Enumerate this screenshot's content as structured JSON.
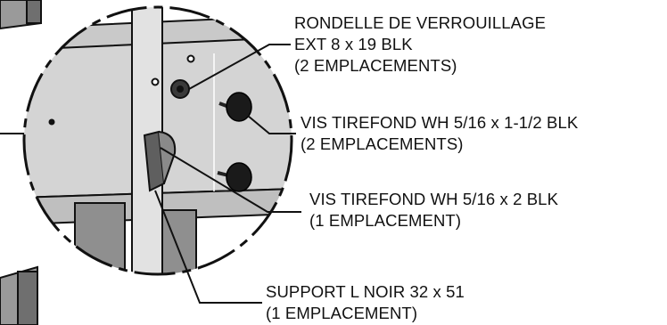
{
  "callouts": [
    {
      "lines": [
        "RONDELLE DE VERROUILLAGE",
        "EXT 8 x 19 BLK",
        "(2 EMPLACEMENTS)"
      ]
    },
    {
      "lines": [
        "VIS TIREFOND WH 5/16 x 1-1/2 BLK",
        "(2 EMPLACEMENTS)"
      ]
    },
    {
      "lines": [
        "VIS TIREFOND WH 5/16 x 2 BLK",
        "(1 EMPLACEMENT)"
      ]
    },
    {
      "lines": [
        "SUPPORT L NOIR 32 x 51",
        "(1 EMPLACEMENT)"
      ]
    }
  ],
  "colors": {
    "ink": "#111111",
    "panel": "#d4d4d4",
    "panel_dark": "#9a9a9a",
    "background": "#ffffff"
  }
}
